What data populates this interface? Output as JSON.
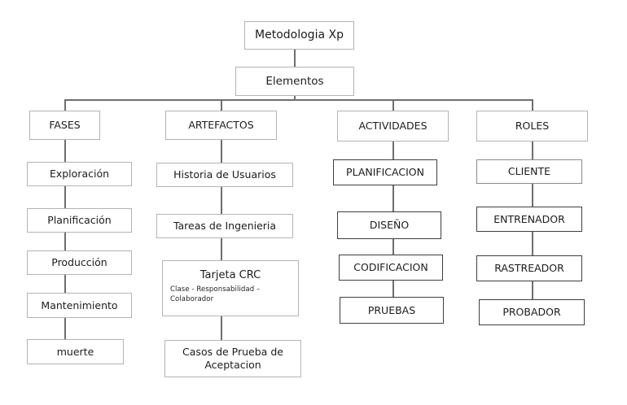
{
  "diagram": {
    "title": "Metodologia Xp",
    "type": "organizational-tree",
    "background_color": "#ffffff",
    "line_color": "#6e6e6e",
    "text_color": "#1c1c1c",
    "root": {
      "label": "Metodologia Xp"
    },
    "second": {
      "label": "Elementos"
    },
    "branches": [
      {
        "id": "fases",
        "header": "FASES",
        "items": [
          {
            "label": "Exploración"
          },
          {
            "label": "Planificación"
          },
          {
            "label": "Producción"
          },
          {
            "label": "Mantenimiento"
          },
          {
            "label": "muerte"
          }
        ]
      },
      {
        "id": "artefactos",
        "header": "ARTEFACTOS",
        "items": [
          {
            "label": "Historia de Usuarios"
          },
          {
            "label": "Tareas de Ingenieria"
          },
          {
            "label": "Tarjeta CRC",
            "sublabel": "Clase - Responsabilidad – Colaborador"
          },
          {
            "label": "Casos de Prueba de Aceptacion"
          }
        ]
      },
      {
        "id": "actividades",
        "header": "ACTIVIDADES",
        "items": [
          {
            "label": "PLANIFICACION"
          },
          {
            "label": "DISEÑO"
          },
          {
            "label": "CODIFICACION"
          },
          {
            "label": "PRUEBAS"
          }
        ]
      },
      {
        "id": "roles",
        "header": "ROLES",
        "items": [
          {
            "label": "CLIENTE"
          },
          {
            "label": "ENTRENADOR"
          },
          {
            "label": "RASTREADOR"
          },
          {
            "label": "PROBADOR"
          }
        ]
      }
    ]
  }
}
